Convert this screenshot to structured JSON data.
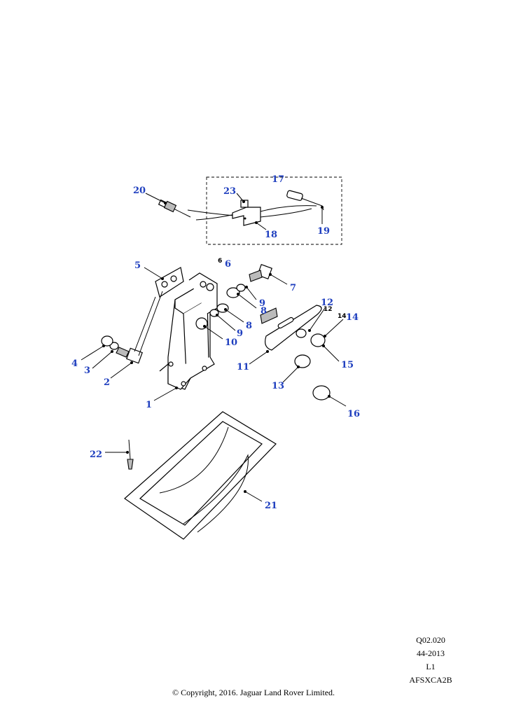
{
  "callouts": {
    "c1": "1",
    "c2": "2",
    "c3": "3",
    "c4": "4",
    "c5": "5",
    "c6": "6",
    "c7": "7",
    "c8a": "8",
    "c8b": "8",
    "c9a": "9",
    "c9b": "9",
    "c10": "10",
    "c11": "11",
    "c12": "12",
    "c13": "13",
    "c14": "14",
    "c15": "15",
    "c16": "16",
    "c17": "17",
    "c18": "18",
    "c19": "19",
    "c20": "20",
    "c21": "21",
    "c22": "22",
    "c23": "23"
  },
  "small_labels": {
    "s6": "6",
    "s12": "12",
    "s14": "14"
  },
  "colors": {
    "callout": "#1f3fbf",
    "line": "#000000"
  },
  "meta": {
    "code": "Q02.020",
    "date": "44-2013",
    "level": "L1",
    "ref": "AFSXCA2B"
  },
  "copyright": "© Copyright, 2016. Jaguar Land Rover Limited."
}
